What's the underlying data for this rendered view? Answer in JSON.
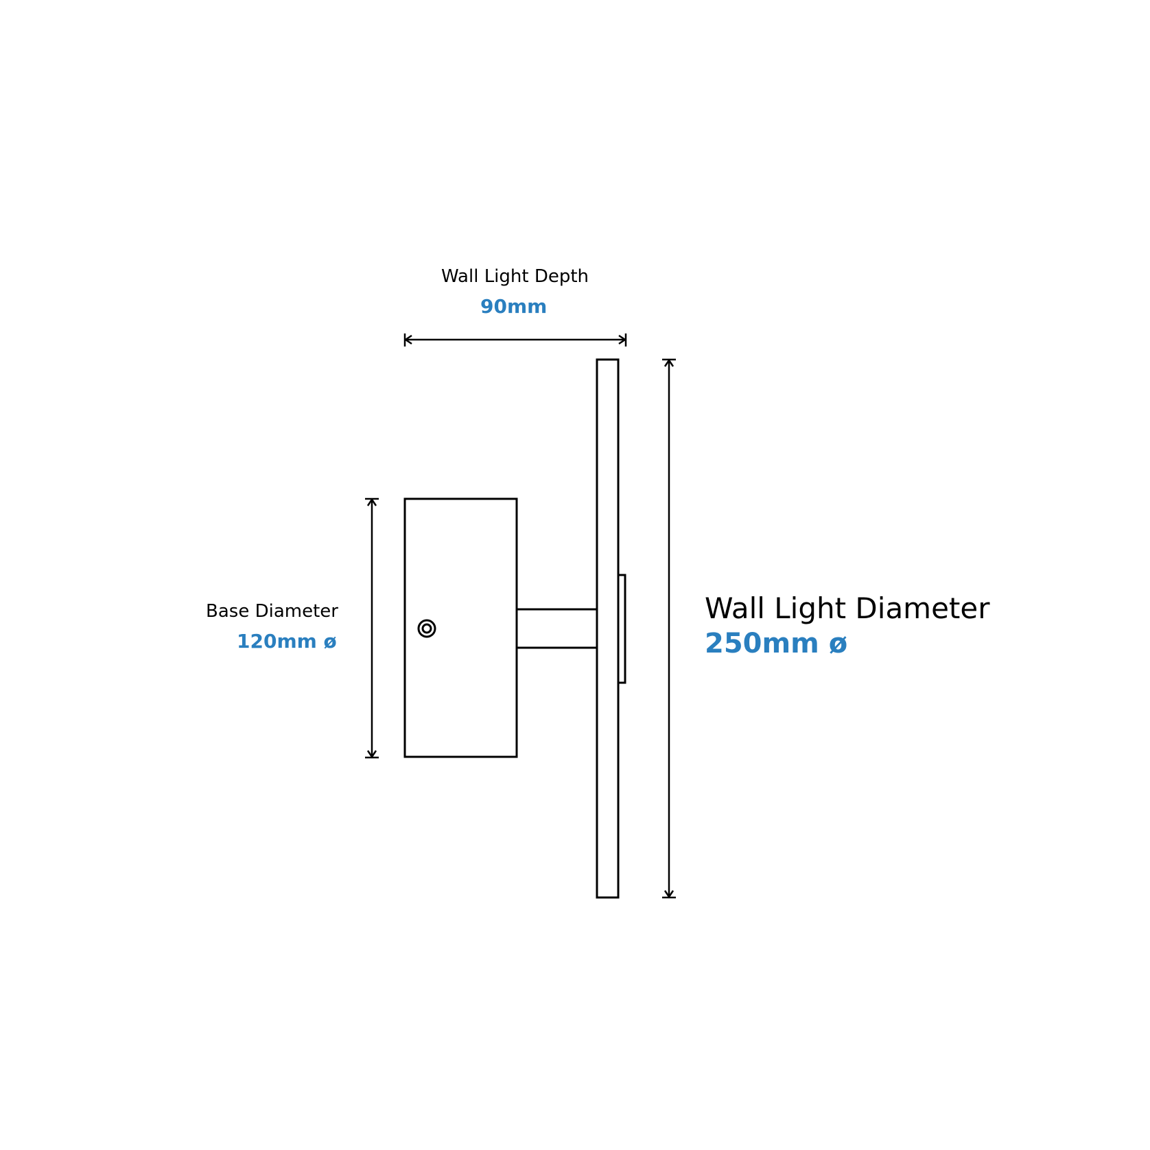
{
  "colors": {
    "line": "#000000",
    "accent": "#2a7fbf",
    "background": "#ffffff"
  },
  "dimensions": {
    "depth": {
      "title": "Wall Light Depth",
      "value": "90mm"
    },
    "base": {
      "title": "Base Diameter",
      "value": "120mm ø"
    },
    "wall": {
      "title": "Wall Light Diameter",
      "value": "250mm ø"
    }
  }
}
